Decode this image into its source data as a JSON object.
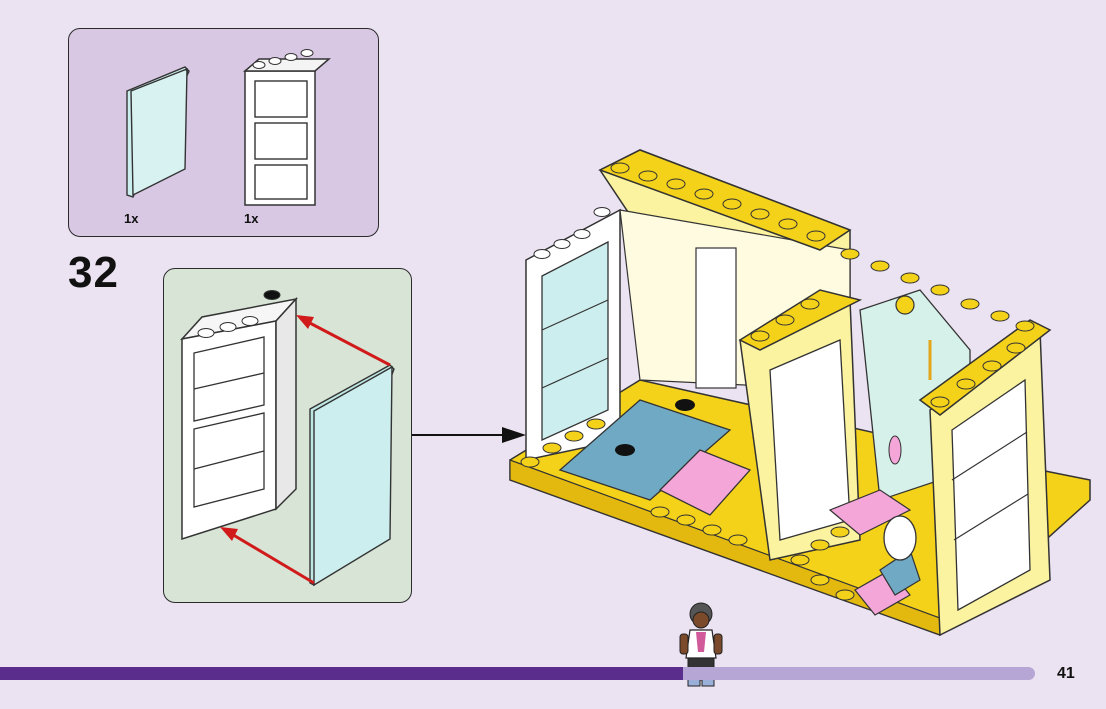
{
  "parts_callout": {
    "items": [
      {
        "name": "glass-pane",
        "quantity": "1x"
      },
      {
        "name": "window-frame",
        "quantity": "1x"
      }
    ]
  },
  "step": {
    "number": "32"
  },
  "progress": {
    "fraction": 0.66
  },
  "page": {
    "number": "41"
  },
  "colors": {
    "background": "#ece3f2",
    "parts_box": "#d9c8e4",
    "subassembly_box": "#d7e4d6",
    "brick_yellow": "#f5d21a",
    "brick_light_yellow": "#fbf3a0",
    "glass": "#cdeeee",
    "tile_blue": "#6fa9c3",
    "tile_pink": "#f4a6d8",
    "arrow_red": "#d11a1a",
    "progress_dark": "#5a2d8c",
    "progress_light": "#b6a6d6"
  }
}
